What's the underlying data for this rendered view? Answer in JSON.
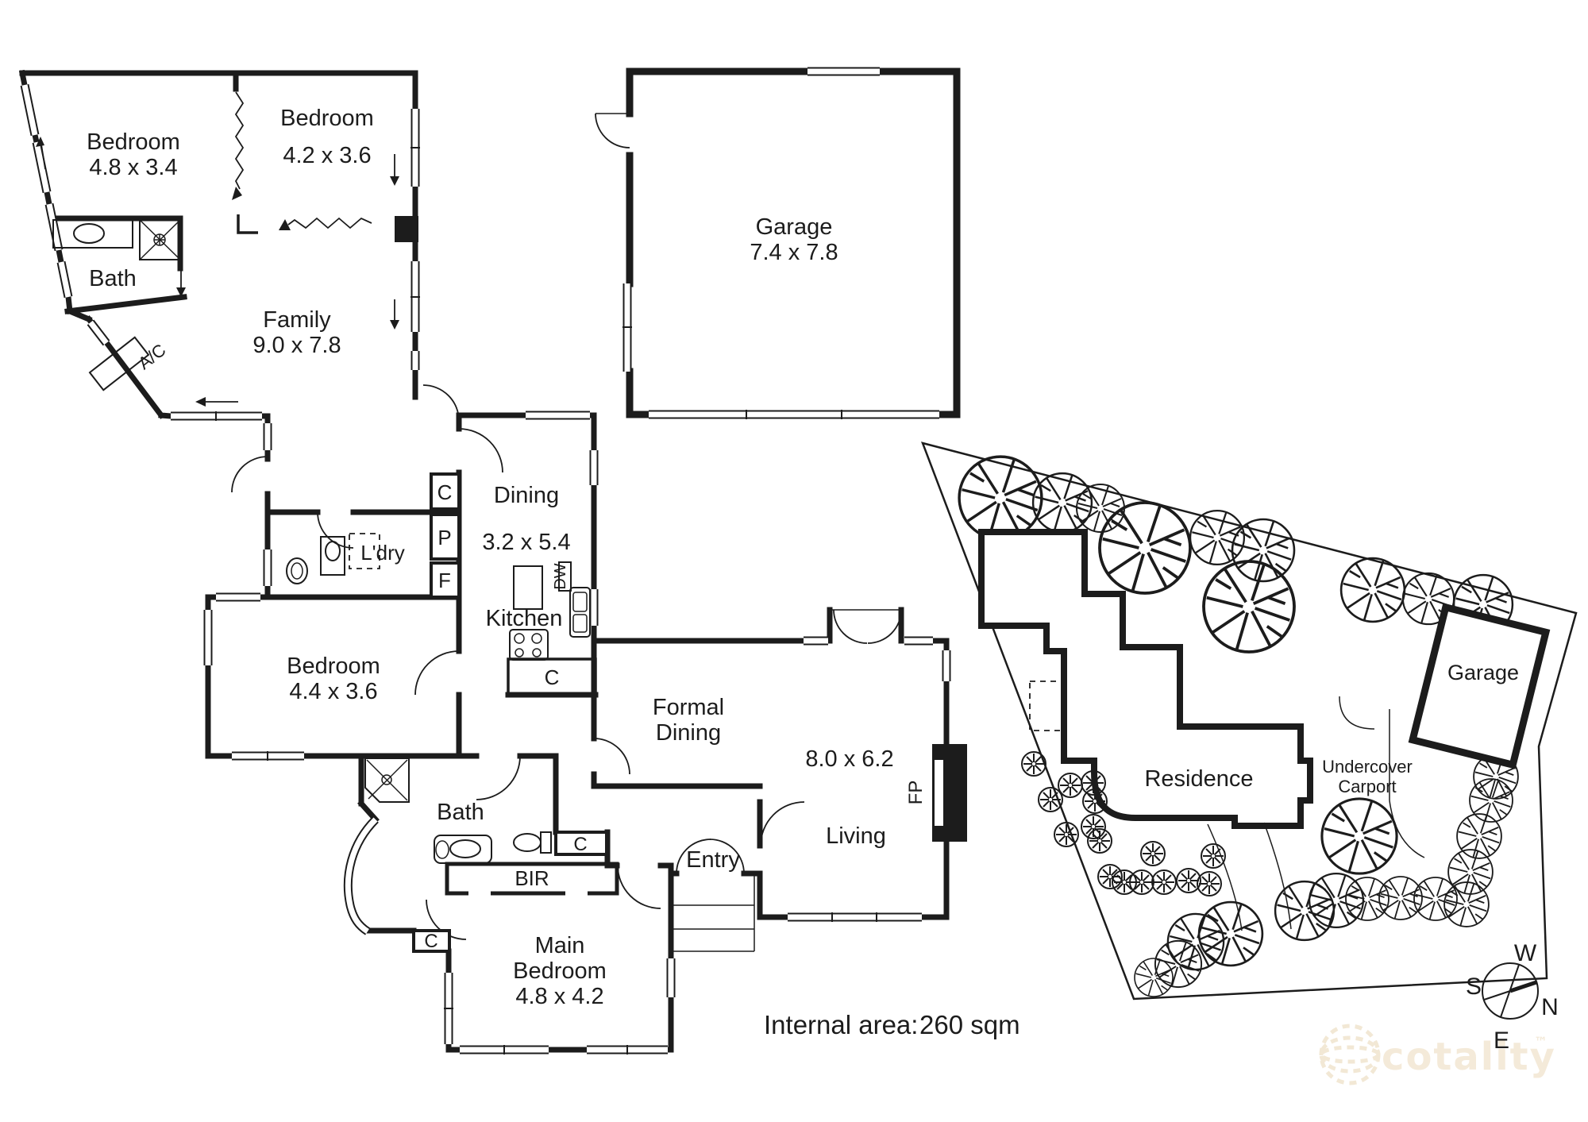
{
  "colors": {
    "wall": "#1c1c1c",
    "background": "#ffffff",
    "watermark": "#f4ead9"
  },
  "rooms": {
    "bedroom1": {
      "name": "Bedroom",
      "dims": "4.8 x 3.4"
    },
    "bedroom2": {
      "name": "Bedroom",
      "dims": "4.2 x 3.6"
    },
    "bath1": {
      "name": "Bath"
    },
    "family": {
      "name": "Family",
      "dims": "9.0 x 7.8"
    },
    "garage": {
      "name": "Garage",
      "dims": "7.4 x 7.8"
    },
    "dining": {
      "name": "Dining",
      "dims": "3.2 x 5.4"
    },
    "laundry": {
      "name": "L'dry"
    },
    "kitchen": {
      "name": "Kitchen"
    },
    "bedroom3": {
      "name": "Bedroom",
      "dims": "4.4 x 3.6"
    },
    "formal_dining": {
      "line1": "Formal",
      "line2": "Dining"
    },
    "living": {
      "name": "Living",
      "dims": "8.0 x 6.2"
    },
    "entry": {
      "name": "Entry"
    },
    "bath2": {
      "name": "Bath"
    },
    "main_bedroom": {
      "line1": "Main",
      "line2": "Bedroom",
      "dims": "4.8 x 4.2"
    }
  },
  "labels": {
    "closet": "C",
    "pantry": "P",
    "fridge": "F",
    "bir": "BIR",
    "dw": "DW",
    "fp": "FP",
    "ac": "A/C"
  },
  "site": {
    "residence": "Residence",
    "garage": "Garage",
    "carport_line1": "Undercover",
    "carport_line2": "Carport"
  },
  "compass": {
    "n": "N",
    "s": "S",
    "e": "E",
    "w": "W"
  },
  "footer": {
    "area_label": "Internal area:",
    "area_value": "260 sqm"
  },
  "watermark": {
    "text": "cotality",
    "tm": "™"
  }
}
